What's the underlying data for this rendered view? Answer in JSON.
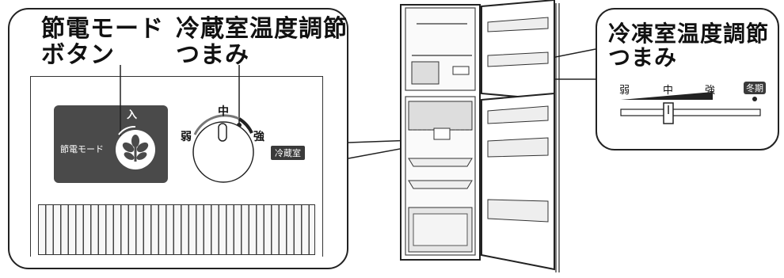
{
  "left_callout": {
    "save_mode_button_title": [
      "節電モード",
      "ボタン"
    ],
    "fridge_temp_knob_title": [
      "冷蔵室温度調節",
      "つまみ"
    ],
    "save_mode_label": "節電モード",
    "on_label": "入",
    "knob_weak": "弱",
    "knob_mid": "中",
    "knob_strong": "強",
    "fridge_badge": "冷蔵室"
  },
  "right_callout": {
    "freezer_knob_title": [
      "冷凍室温度調節",
      "つまみ"
    ],
    "scale_weak": "弱",
    "scale_mid": "中",
    "scale_strong": "強",
    "winter_badge": "冬期"
  },
  "colors": {
    "dark_panel": "#4a4a4a",
    "badge_bg": "#3a3a3a",
    "vent_fill": "#f2f2f2",
    "line": "#222222"
  }
}
